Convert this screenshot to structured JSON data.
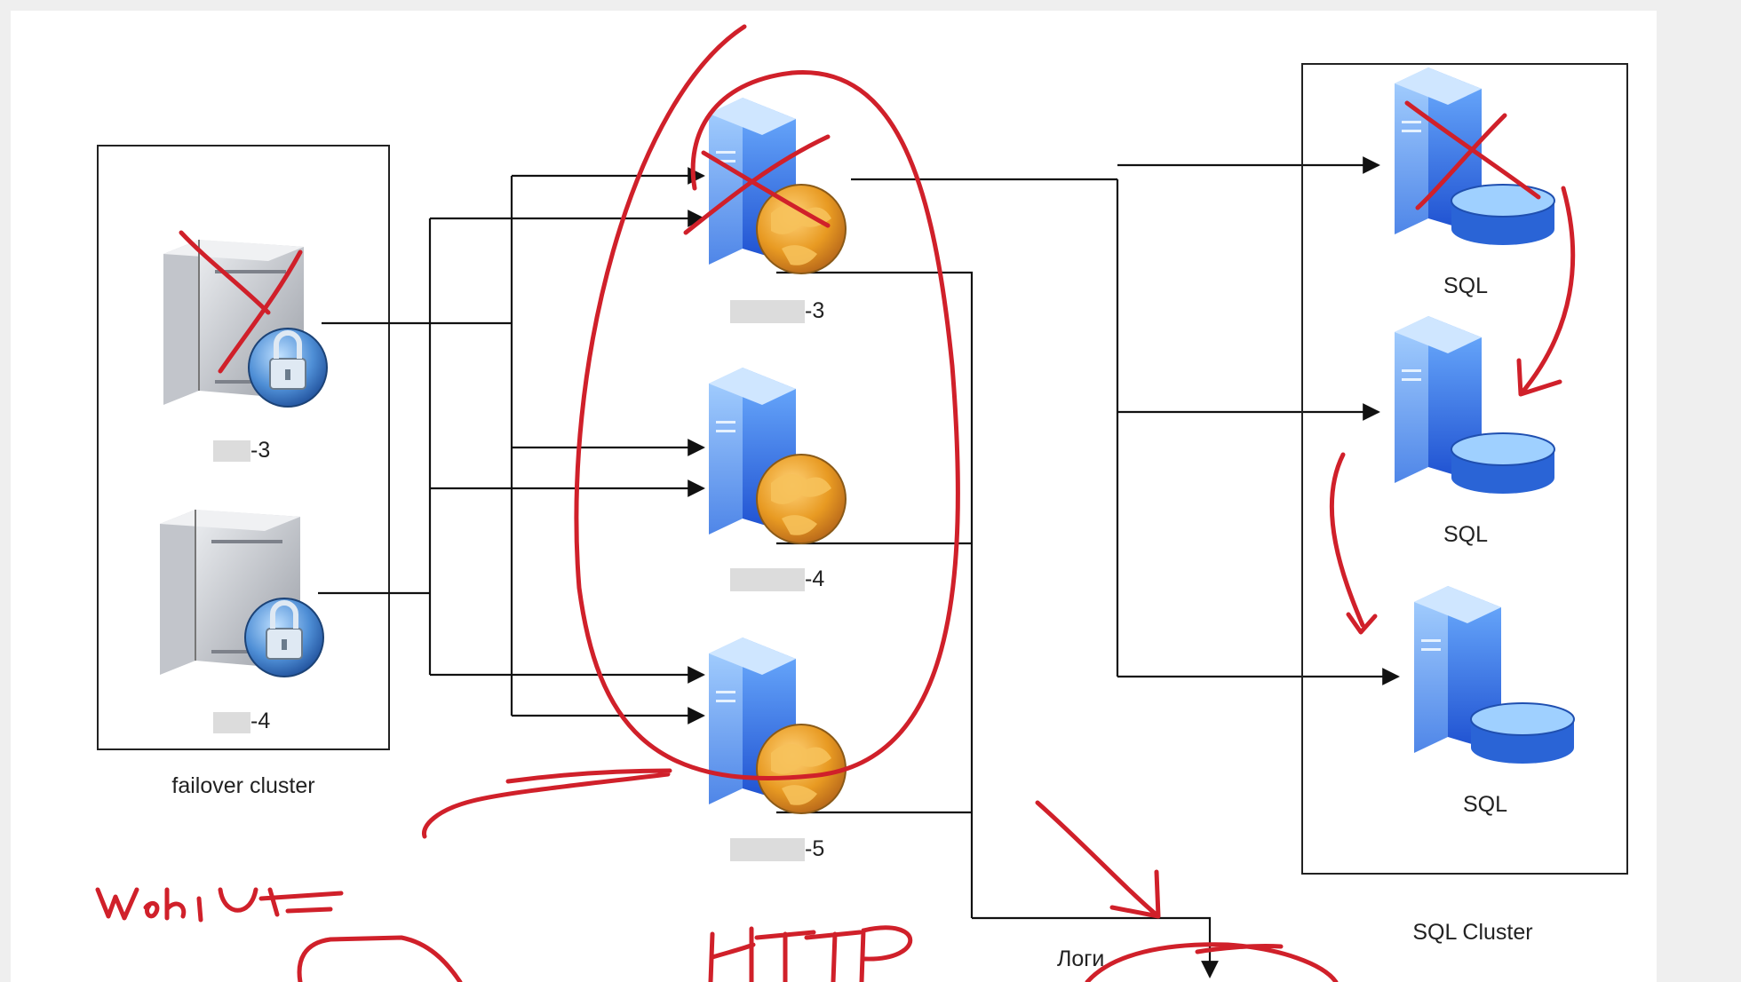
{
  "diagram": {
    "failover_cluster": {
      "caption": "failover cluster",
      "nodes": [
        {
          "name_suffix": "-3",
          "icon": "locked-server-icon",
          "crossed_out": true
        },
        {
          "name_suffix": "-4",
          "icon": "locked-server-icon",
          "crossed_out": false
        }
      ]
    },
    "web_servers": [
      {
        "name_suffix": "-3",
        "icon": "web-server-icon",
        "crossed_out": true
      },
      {
        "name_suffix": "-4",
        "icon": "web-server-icon",
        "crossed_out": false
      },
      {
        "name_suffix": "-5",
        "icon": "web-server-icon",
        "crossed_out": false
      }
    ],
    "sql_cluster": {
      "caption": "SQL Cluster",
      "nodes": [
        {
          "label": "SQL",
          "icon": "database-server-icon",
          "crossed_out": true
        },
        {
          "label": "SQL",
          "icon": "database-server-icon",
          "crossed_out": false
        },
        {
          "label": "SQL",
          "icon": "database-server-icon",
          "crossed_out": false
        }
      ]
    },
    "logs_label": "Логи",
    "handwriting": {
      "note_left": "web UI",
      "note_center": "HTTP"
    },
    "colors": {
      "annotation_ink": "#d0202a",
      "server_blue": "#2f6fe0",
      "server_grey": "#b9bcc2",
      "globe_orange": "#e89a22"
    }
  }
}
